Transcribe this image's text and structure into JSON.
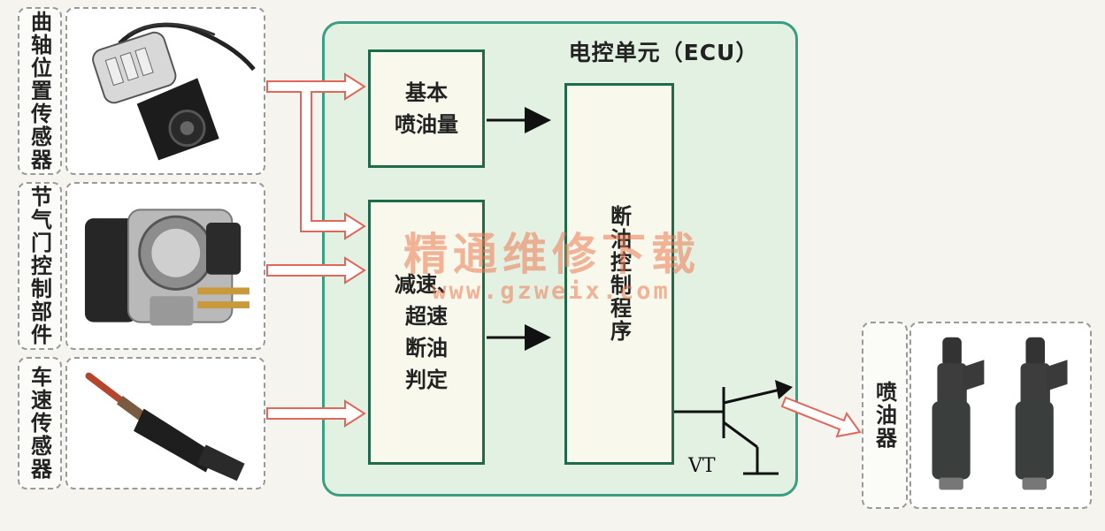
{
  "ecu": {
    "title": "电控单元（ECU）"
  },
  "inputs": {
    "crank": {
      "label": "曲轴位置传感器"
    },
    "throttle": {
      "label": "节气门控制部件"
    },
    "speed": {
      "label": "车速传感器"
    }
  },
  "blocks": {
    "base": {
      "label": "基本\n喷油量"
    },
    "decel": {
      "label": "减速、\n超速\n断油\n判定"
    },
    "program": {
      "label": "断油控制程序"
    }
  },
  "transistor": {
    "label": "VT"
  },
  "output": {
    "label": "喷油器"
  },
  "watermark": {
    "text": "精通维修下载",
    "url": "www.gzweix.com"
  },
  "colors": {
    "ecu_fill": "#e3f1e3",
    "ecu_border": "#3b9e82",
    "arrow_outline": "#e0675a",
    "block_border": "#1e6b4c"
  }
}
